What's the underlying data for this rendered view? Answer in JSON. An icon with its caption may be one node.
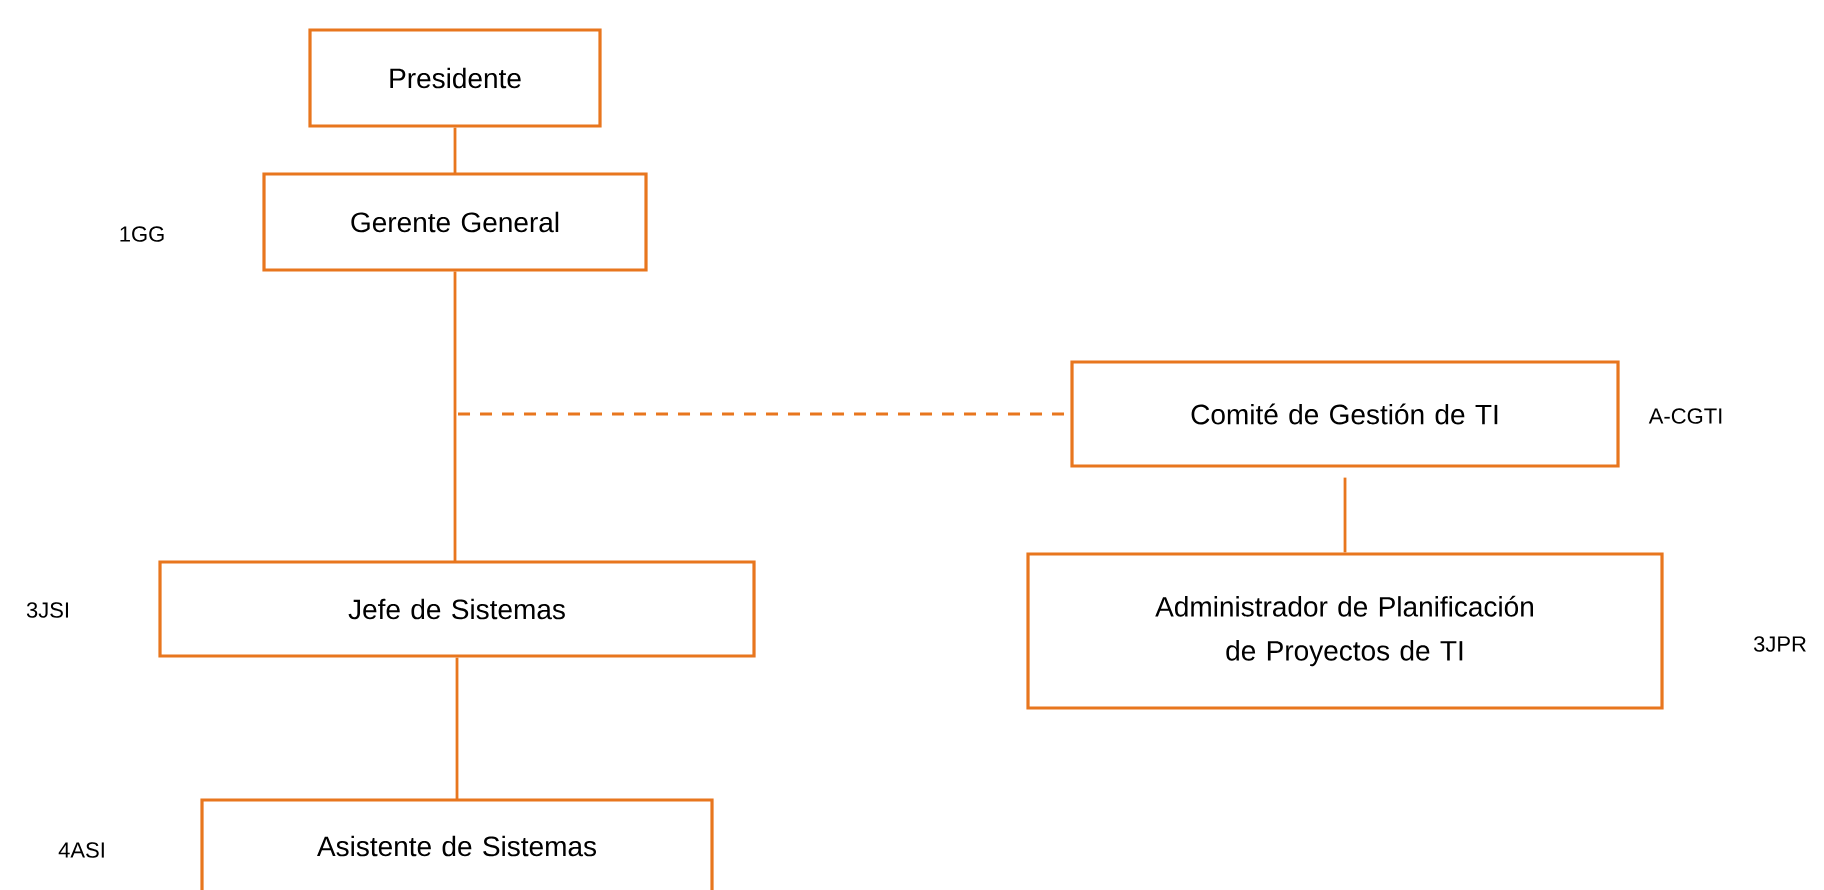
{
  "diagram": {
    "nodes": [
      {
        "text": [
          "Presidente"
        ]
      },
      {
        "text": [
          "Gerente General"
        ]
      },
      {
        "text": [
          "Jefe de Sistemas"
        ]
      },
      {
        "text": [
          "Asistente de Sistemas"
        ]
      },
      {
        "text": [
          "Comité de Gestión de TI"
        ]
      },
      {
        "text": [
          "Administrador de Planificación de Proyectos de TI"
        ]
      }
    ],
    "edges": [
      {
        "from": 0,
        "to": 1,
        "arrow": "none"
      },
      {
        "from": 1,
        "to": 2,
        "arrow": "none"
      },
      {
        "from": 2,
        "to": 3,
        "arrow": "none"
      },
      {
        "from": null,
        "to": 4,
        "arrow": "none",
        "style": "dashed"
      },
      {
        "from": 4,
        "to": 5,
        "arrow": "none"
      }
    ],
    "labels": [
      "1GG",
      "A-CGTI",
      "3JSI",
      "3JPR",
      "4ASI"
    ]
  }
}
